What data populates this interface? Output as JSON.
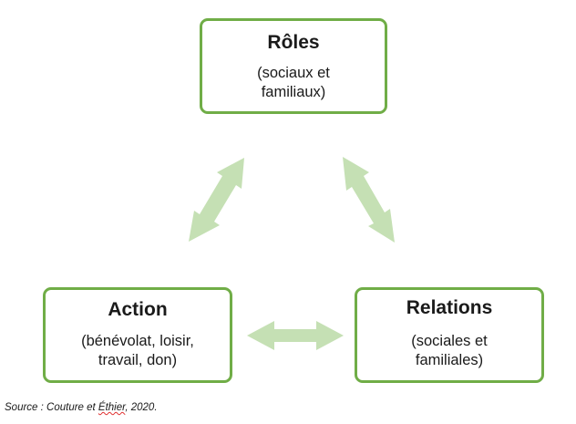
{
  "nodes": {
    "roles": {
      "title": "Rôles",
      "subtitle_line1": "(sociaux et",
      "subtitle_line2": "familiaux)"
    },
    "action": {
      "title": "Action",
      "subtitle_line1": "(bénévolat, loisir,",
      "subtitle_line2": "travail, don)"
    },
    "relations": {
      "title": "Relations",
      "subtitle_line1": "(sociales et",
      "subtitle_line2": "familiales)"
    }
  },
  "arrows": [
    {
      "from": "action",
      "to": "roles",
      "style": "double-headed"
    },
    {
      "from": "roles",
      "to": "relations",
      "style": "double-headed"
    },
    {
      "from": "action",
      "to": "relations",
      "style": "double-headed"
    }
  ],
  "colors": {
    "border": "#70ad47",
    "arrow": "#c5e0b4"
  },
  "source": {
    "prefix": "Source : Couture et ",
    "author2": "Éthier",
    "suffix": ", 2020."
  }
}
